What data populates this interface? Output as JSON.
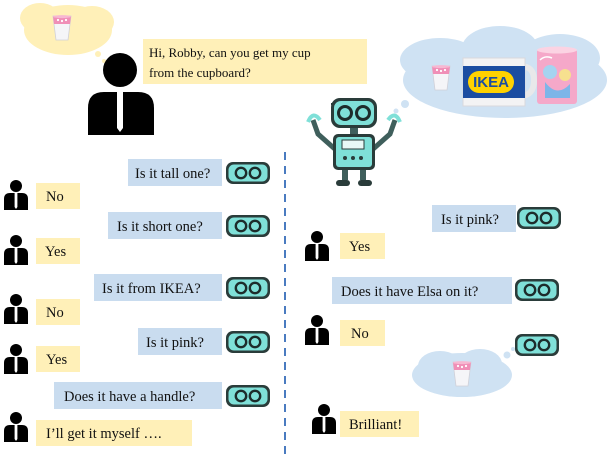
{
  "human_request": {
    "line1": "Hi, Robby, can you get my cup",
    "line2": "from the cupboard?"
  },
  "left_dialogue": [
    {
      "question": "Is it tall one?",
      "answer": "No"
    },
    {
      "question": "Is it short one?",
      "answer": "Yes"
    },
    {
      "question": "Is it from IKEA?",
      "answer": "No"
    },
    {
      "question": "Is it pink?",
      "answer": "Yes"
    },
    {
      "question": "Does it have a handle?",
      "answer": "I’ll get it myself …."
    }
  ],
  "right_dialogue": [
    {
      "question": "Is it pink?",
      "answer": "Yes"
    },
    {
      "question": "Does it have Elsa on it?",
      "answer": "No"
    }
  ],
  "right_final": "Brilliant!",
  "cup_labels": {
    "ikea": "IKEA"
  },
  "colors": {
    "question_bg": "#c9dcef",
    "answer_bg": "#fff0b8",
    "robot_body": "#7fe0d8",
    "thought_cloud": "#cfe2f3",
    "divider": "#4a7bc0"
  },
  "icons": [
    "person-icon",
    "robot-face-icon",
    "robot-icon",
    "thought-cloud-icon",
    "cup-icon"
  ]
}
